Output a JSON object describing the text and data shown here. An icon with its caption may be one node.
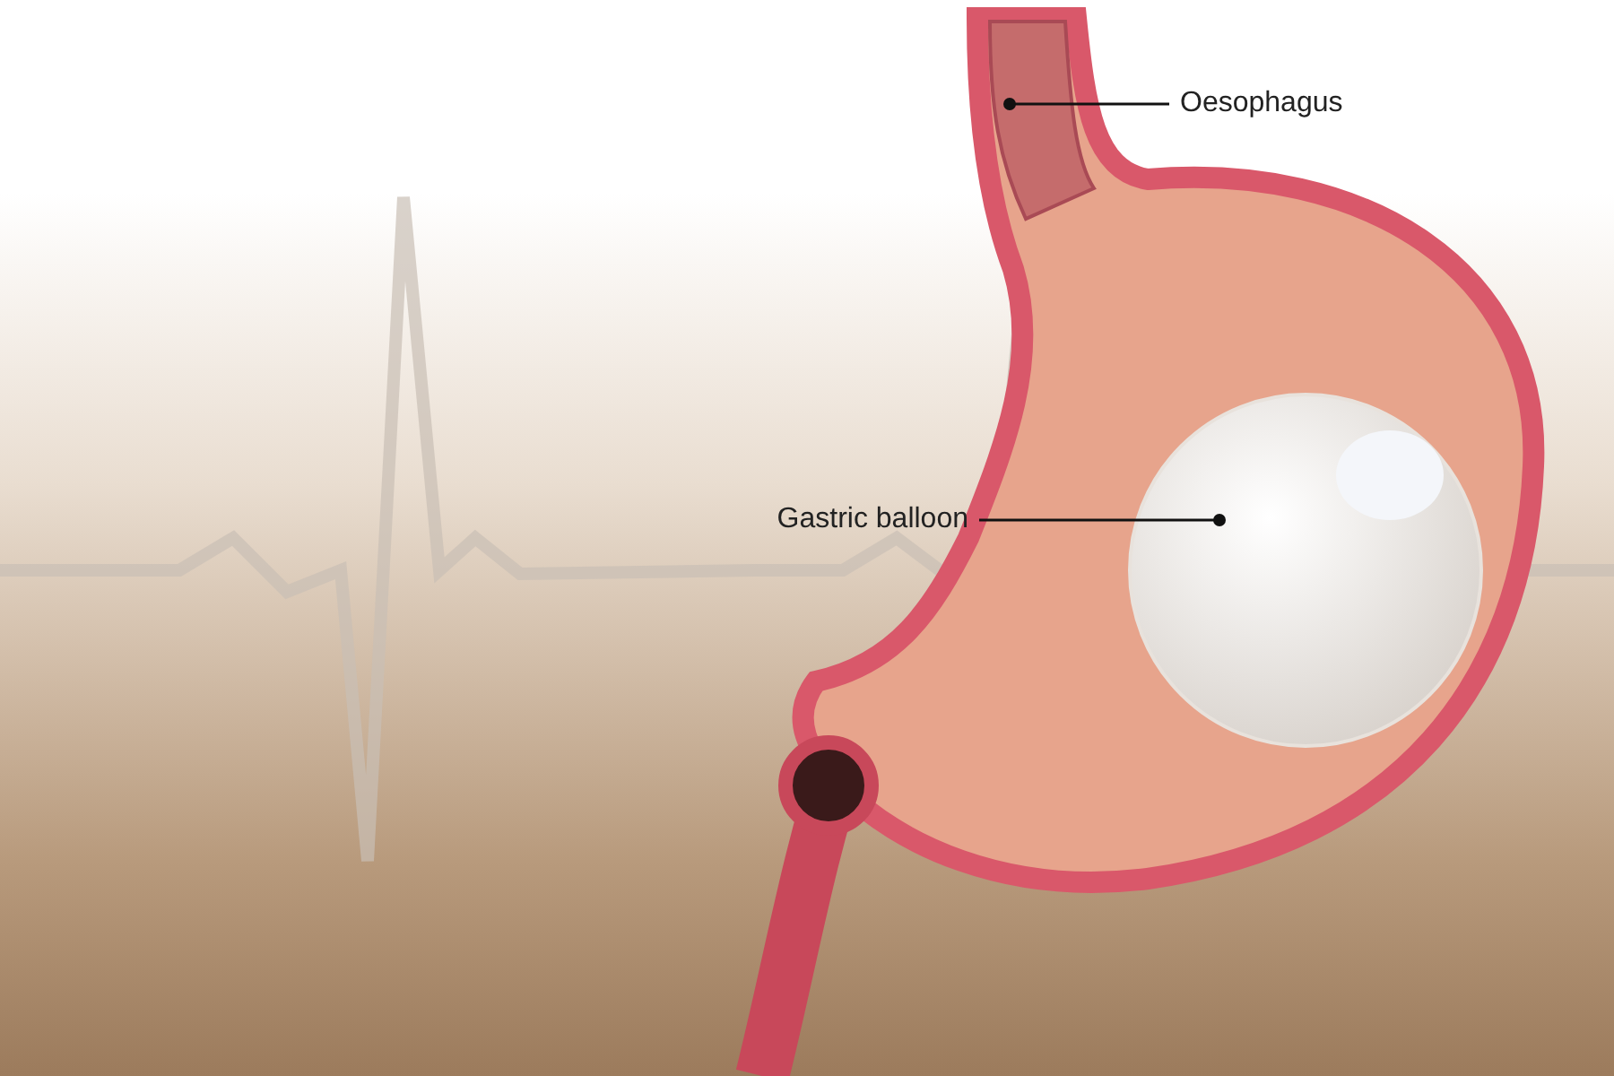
{
  "diagram": {
    "nodes": [
      {
        "text": [
          "Oesophagus"
        ]
      },
      {
        "text": [],
        "shape": "picture"
      },
      {
        "text": [
          "Gastric balloon"
        ]
      },
      {
        "text": [],
        "shape": "circle"
      }
    ],
    "edges": [
      {
        "from": 0,
        "to": 1,
        "arrow": "other"
      },
      {
        "from": 2,
        "to": 3,
        "arrow": "other"
      }
    ]
  }
}
